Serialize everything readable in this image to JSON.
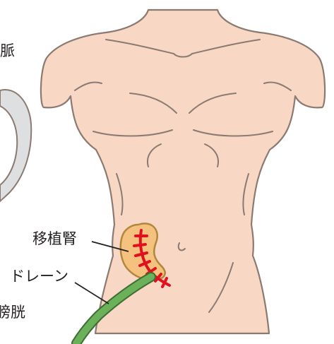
{
  "labels": {
    "cut_top": "脈",
    "transplant_kidney": "移植腎",
    "drain": "ドレーン",
    "cut_bladder": "膀胱"
  },
  "colors": {
    "skin": "#f8d8c4",
    "outline": "#8a7a72",
    "kidney_fill": "#f4c27e",
    "kidney_outline": "#b1873d",
    "incision": "#e0101e",
    "drain_fill": "#6ab15a",
    "drain_outline": "#3d6e33",
    "organ_gray": "#dedfe0"
  }
}
